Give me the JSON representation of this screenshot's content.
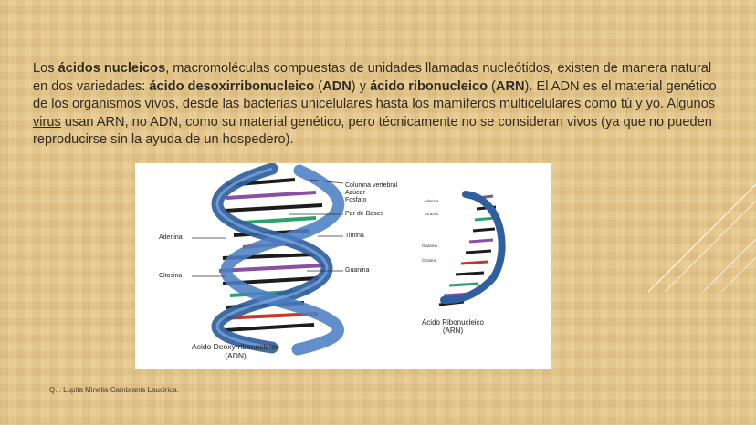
{
  "paragraph": {
    "t1": "Los ",
    "b1": "ácidos nucleicos",
    "t2": ", macromoléculas compuestas de unidades llamadas nucleótidos, existen de manera natural en dos variedades: ",
    "b2": "ácido desoxirribonucleico",
    "t3": " (",
    "b3": "ADN",
    "t4": ") y ",
    "b4": "ácido ribonucleico",
    "t5": " (",
    "b5": "ARN",
    "t6": "). El ADN es el material genético de los organismos vivos, desde las bacterias unicelulares hasta los mamíferos multicelulares como tú y yo. Algunos ",
    "link": "virus",
    "t7": " usan ARN, no ADN, como su material genético, pero técnicamente no se consideran vivos (ya que no pueden reproducirse sin la ayuda de un hospedero)."
  },
  "figure": {
    "dna_labels": {
      "backbone": "Columna vertebral",
      "sugar": "Azúcar-",
      "phosphate": "Fosfato",
      "base_pair": "Par de Bases",
      "thymine": "Timina",
      "guanine": "Guanina",
      "adenine": "Adenina",
      "cytosine": "Citosina"
    },
    "rna_labels": {
      "adenine": "Adenina",
      "uracil": "Uracilo",
      "guanine": "Guanina",
      "cytosine": "Citosina"
    },
    "dna_caption_1": "Acido Deoxyrribonucleico",
    "dna_caption_2": "(ADN)",
    "rna_caption_1": "Acido Ribonucleico",
    "rna_caption_2": "(ARN)"
  },
  "footer": "Q.I.  Lupita Minelia Cambranis Laucirica.",
  "colors": {
    "background": "#e6c98e",
    "text": "#2f2a22",
    "helix_blue": "#2f5f9e",
    "base_black": "#1c1c1c",
    "base_purple": "#8a4fa3",
    "base_green": "#2aa36b",
    "base_red": "#c0392b"
  }
}
